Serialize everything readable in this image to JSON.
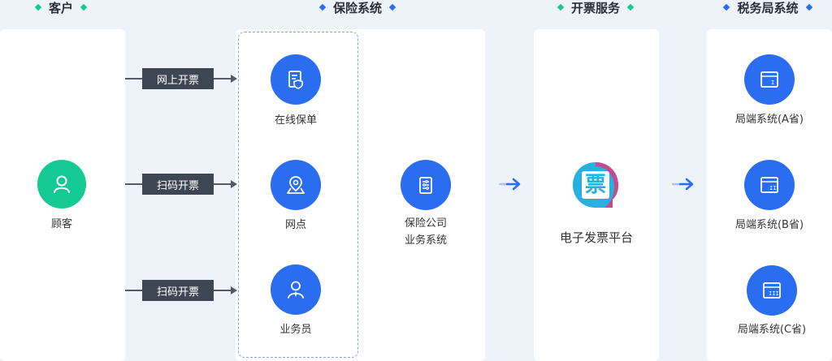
{
  "colors": {
    "primary_blue": "#2a6df0",
    "green": "#15c994",
    "dark_tag": "#3e4553"
  },
  "columns": {
    "customer": "客户",
    "insurance": "保险系统",
    "invoice_service": "开票服务",
    "tax_bureau": "税务局系统"
  },
  "customer": {
    "label": "顾客",
    "icon": "user-icon"
  },
  "channels": [
    {
      "label": "网上开票"
    },
    {
      "label": "扫码开票"
    },
    {
      "label": "扫码开票"
    }
  ],
  "insurance_nodes": [
    {
      "label": "在线保单",
      "icon": "policy-document-icon"
    },
    {
      "label": "网点",
      "icon": "map-pin-icon"
    },
    {
      "label": "业务员",
      "icon": "agent-icon"
    }
  ],
  "insurance_company": {
    "line1": "保险公司",
    "line2": "业务系统",
    "icon": "clipboard-icon"
  },
  "invoice_platform": {
    "label": "电子发票平台",
    "logo_char": "票",
    "icon": "invoice-platform-logo"
  },
  "tax_systems": [
    {
      "label": "局端系统(A省)",
      "icon": "window-icon",
      "numeral": "I"
    },
    {
      "label": "局端系统(B省)",
      "icon": "window-icon",
      "numeral": "II"
    },
    {
      "label": "局端系统(C省)",
      "icon": "window-icon",
      "numeral": "III"
    }
  ]
}
